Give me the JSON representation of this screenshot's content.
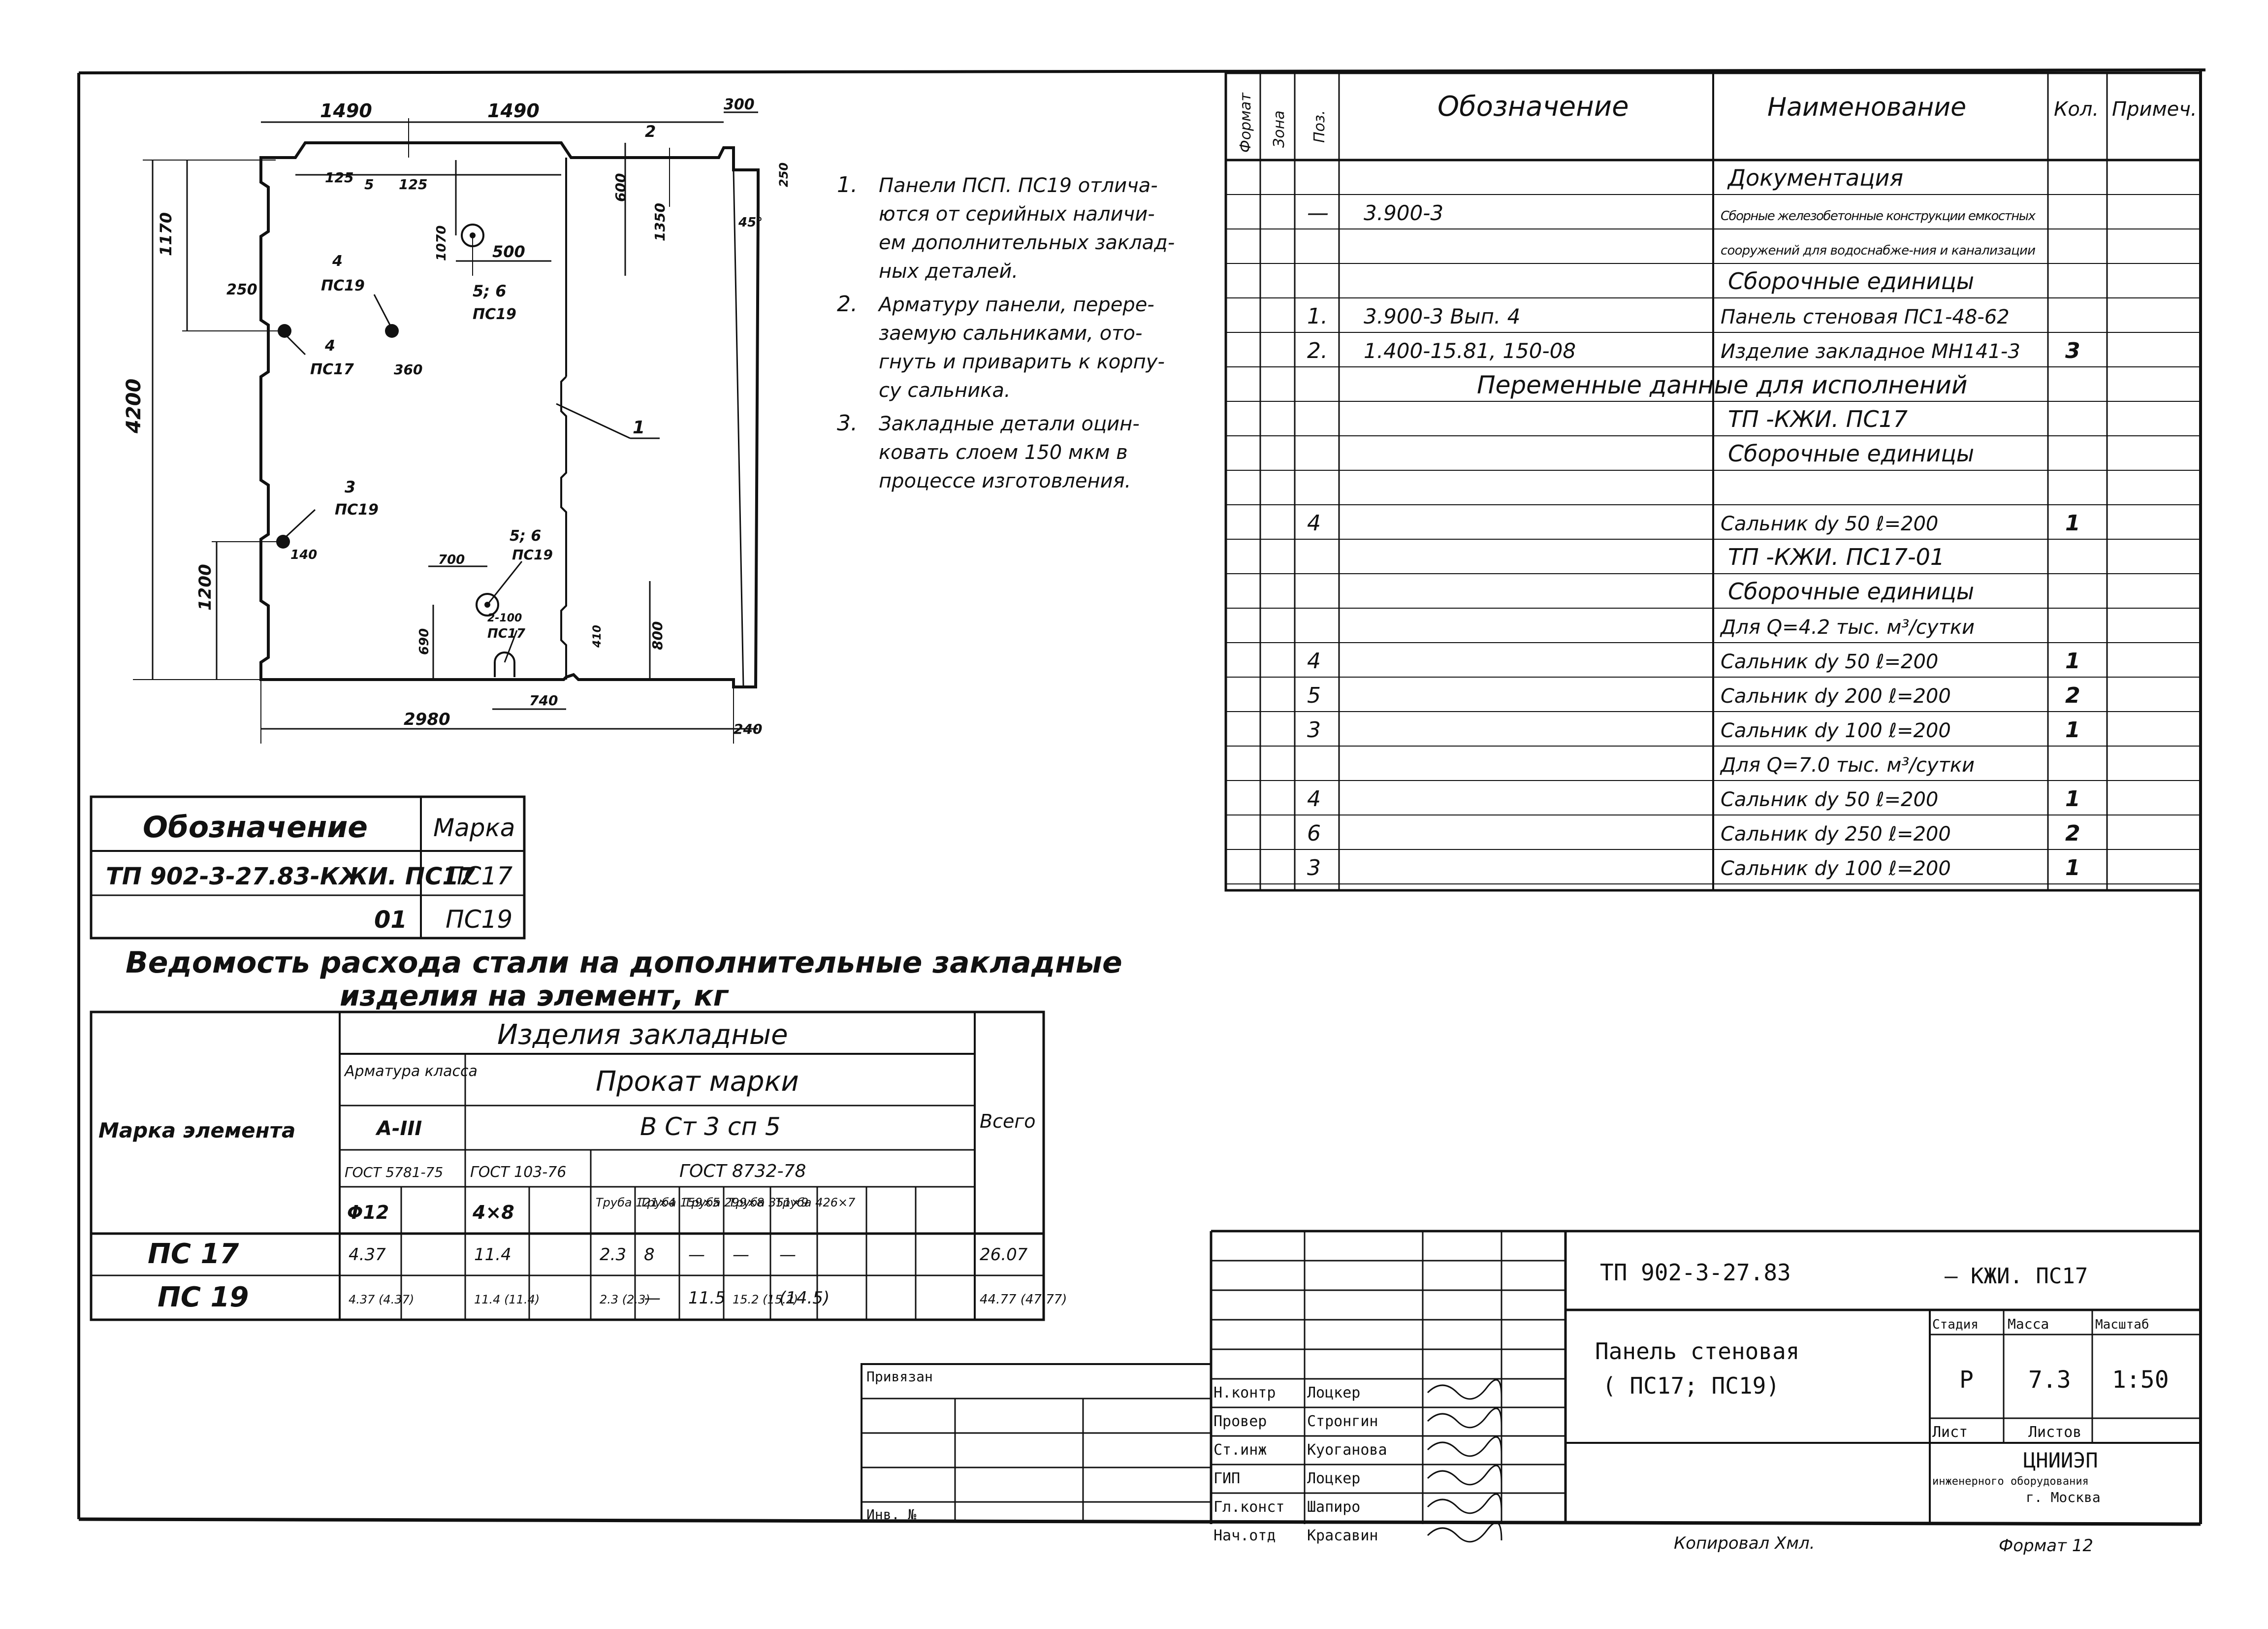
{
  "notes": [
    {
      "num": "1.",
      "lines": [
        "Панели ПСП. ПС19 отлича-",
        "ются от серийных наличи-",
        "ем дополнительных заклад-",
        "ных деталей."
      ]
    },
    {
      "num": "2.",
      "lines": [
        "Арматуру панели, перере-",
        "заемую сальниками, ото-",
        "гнуть и приварить к корпу-",
        "су сальника."
      ]
    },
    {
      "num": "3.",
      "lines": [
        "Закладные детали оцин-",
        "ковать слоем 150 мкм в",
        "процессе изготовления."
      ]
    }
  ],
  "drawing_labels": {
    "d1490a": "1490",
    "d1490b": "1490",
    "d300": "300",
    "d2": "2",
    "d125a": "125",
    "d125b": "125",
    "d5": "5",
    "d600": "600",
    "d1350": "1350",
    "d250": "250",
    "d45": "45°",
    "d1170": "1170",
    "d1070": "1070",
    "d500": "500",
    "d250b": "250",
    "d4": "4",
    "ps19a": "ПС19",
    "d56a": "5; 6",
    "ps19b": "ПС19",
    "d4b": "4",
    "ps17a": "ПС17",
    "d360": "360",
    "d4200": "4200",
    "d1": "1",
    "d3": "3",
    "ps19c": "ПС19",
    "d140": "140",
    "d1200": "1200",
    "d56b": "5; 6",
    "ps19d": "ПС19",
    "d700": "700",
    "d2100": "2-100",
    "ps17b": "ПС17",
    "d690": "690",
    "d800": "800",
    "d410": "410",
    "d740": "740",
    "d2980": "2980",
    "d240": "240"
  },
  "spec_table": {
    "headers": {
      "format": "Формат",
      "zone": "Зона",
      "pos": "Поз.",
      "designation": "Обозначение",
      "name": "Наименование",
      "qty": "Кол.",
      "note": "Примеч."
    },
    "rows": [
      {
        "pos": "",
        "designation": "",
        "name": "Документация",
        "qty": "",
        "type": "section"
      },
      {
        "pos": "—",
        "designation": "3.900-3",
        "name": "Сборные железобетонные конструкции емкостных",
        "qty": "",
        "type": "small"
      },
      {
        "pos": "",
        "designation": "",
        "name": "сооружений для водоснабже-ния и канализации",
        "qty": "",
        "type": "small"
      },
      {
        "pos": "",
        "designation": "",
        "name": "Сборочные единицы",
        "qty": "",
        "type": "section"
      },
      {
        "pos": "1.",
        "designation": "3.900-3 Вып. 4",
        "name": "Панель стеновая ПС1-48-62",
        "qty": "",
        "type": "item"
      },
      {
        "pos": "2.",
        "designation": "1.400-15.81, 150-08",
        "name": "Изделие закладное МН141-3",
        "qty": "3",
        "type": "item"
      },
      {
        "pos": "",
        "designation": "",
        "name": "Переменные данные для исполнений",
        "qty": "",
        "type": "banner"
      },
      {
        "pos": "",
        "designation": "",
        "name": "ТП -КЖИ. ПС17",
        "qty": "",
        "type": "section"
      },
      {
        "pos": "",
        "designation": "",
        "name": "Сборочные единицы",
        "qty": "",
        "type": "section"
      },
      {
        "pos": "",
        "designation": "",
        "name": "",
        "qty": "",
        "type": "blank"
      },
      {
        "pos": "4",
        "designation": "",
        "name": "Сальник dy 50 ℓ=200",
        "qty": "1",
        "type": "item"
      },
      {
        "pos": "",
        "designation": "",
        "name": "ТП -КЖИ. ПС17-01",
        "qty": "",
        "type": "section"
      },
      {
        "pos": "",
        "designation": "",
        "name": "Сборочные единицы",
        "qty": "",
        "type": "section"
      },
      {
        "pos": "",
        "designation": "",
        "name": "Для Q=4.2 тыс. м³/сутки",
        "qty": "",
        "type": "item"
      },
      {
        "pos": "4",
        "designation": "",
        "name": "Сальник dy 50 ℓ=200",
        "qty": "1",
        "type": "item"
      },
      {
        "pos": "5",
        "designation": "",
        "name": "Сальник dy 200 ℓ=200",
        "qty": "2",
        "type": "item"
      },
      {
        "pos": "3",
        "designation": "",
        "name": "Сальник dy 100 ℓ=200",
        "qty": "1",
        "type": "item"
      },
      {
        "pos": "",
        "designation": "",
        "name": "Для Q=7.0 тыс. м³/сутки",
        "qty": "",
        "type": "item"
      },
      {
        "pos": "4",
        "designation": "",
        "name": "Сальник dy 50 ℓ=200",
        "qty": "1",
        "type": "item"
      },
      {
        "pos": "6",
        "designation": "",
        "name": "Сальник dy 250 ℓ=200",
        "qty": "2",
        "type": "item"
      },
      {
        "pos": "3",
        "designation": "",
        "name": "Сальник dy 100 ℓ=200",
        "qty": "1",
        "type": "item"
      }
    ]
  },
  "marks_table": {
    "headers": {
      "designation": "Обозначение",
      "mark": "Марка"
    },
    "rows": [
      {
        "designation": "ТП 902-3-27.83-КЖИ. ПС17",
        "mark": "ПС17"
      },
      {
        "designation": "01",
        "mark": "ПС19"
      }
    ]
  },
  "steel_title": [
    "Ведомость расхода стали на дополнительные закладные",
    "изделия на элемент, кг"
  ],
  "steel_table": {
    "element_mark": "Марка элемента",
    "embedded": "Изделия закладные",
    "rebar": "Арматура класса",
    "rolled": "Прокат марки",
    "class": "А-III",
    "steel_grade": "В Ст 3 сп 5",
    "total": "Всего",
    "gost1": "ГОСТ 5781-75",
    "gost2": "ГОСТ 103-76",
    "gost3": "ГОСТ 8732-78",
    "cols": [
      "Φ12",
      "",
      "4×8",
      "",
      "Труба 121×4",
      "Труба 159×5",
      "Труба 299×8",
      "Труба 351×9",
      "Труба 426×7",
      ""
    ],
    "rows": [
      {
        "mark": "ПС 17",
        "vals": [
          "4.37",
          "",
          "11.4",
          "",
          "2.3",
          "8",
          "—",
          "—",
          "—",
          ""
        ],
        "total": "26.07"
      },
      {
        "mark": "ПС 19",
        "vals": [
          "4.37 (4.37)",
          "",
          "11.4 (11.4)",
          "",
          "2.3 (2.3)",
          "—",
          "11.5",
          "15.2 (15.2)",
          "(14.5)",
          ""
        ],
        "total": "44.77 (47.77)"
      }
    ]
  },
  "title_block": {
    "doc_code": "ТП 902-3-27.83",
    "doc_suffix": "— КЖИ. ПС17",
    "title_line1": "Панель стеновая",
    "title_line2": "( ПС17; ПС19)",
    "stage_label": "Стадия",
    "mass_label": "Масса",
    "scale_label": "Масштаб",
    "stage": "Р",
    "mass": "7.3",
    "scale": "1:50",
    "sheet_label": "Лист",
    "sheets_label": "Листов",
    "org1": "ЦНИИЭП",
    "org2": "инженерного оборудования",
    "org3": "г. Москва",
    "bound": "Привязан",
    "inv": "Инв. №",
    "roles": [
      {
        "role": "Н.контр",
        "name": "Лоцкер"
      },
      {
        "role": "Провер",
        "name": "Стронгин"
      },
      {
        "role": "Ст.инж",
        "name": "Куоганова"
      },
      {
        "role": "ГИП",
        "name": "Лоцкер"
      },
      {
        "role": "Гл.конст",
        "name": "Шапиро"
      },
      {
        "role": "Нач.отд",
        "name": "Красавин"
      }
    ]
  },
  "footer": {
    "copied": "Копировал Хмл.",
    "format": "Формат 12"
  }
}
